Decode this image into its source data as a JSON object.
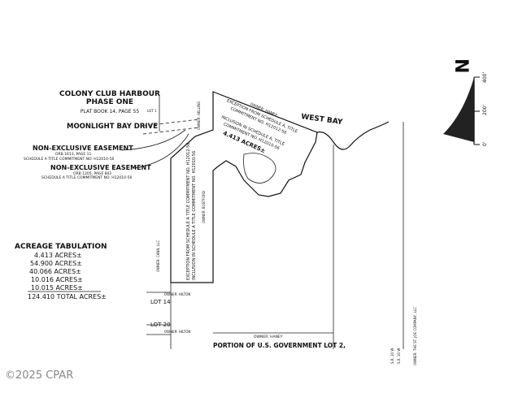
{
  "map": {
    "title": "COLONY CLUB HARBOUR",
    "subtitle": "PHASE ONE",
    "plat_ref": "PLAT BOOK 14, PAGE 55",
    "lot_ref": "LOT 1",
    "street": "MOONLIGHT BAY DRIVE",
    "water": "WEST BAY",
    "easement1": {
      "title": "NON-EXCLUSIVE EASEMENT",
      "line1": "ORB 1613, PAGE 11",
      "line2": "SCHEDULE A TITLE COMMITMENT NO. H12010-56"
    },
    "easement2": {
      "title": "NON-EXCLUSIVE EASEMENT",
      "line1": "ORB 1205, PAGE 802",
      "line2": "SCHEDULE A TITLE COMMITMENT NO. H12010-56"
    },
    "exception_top": [
      "EXCEPTION FROM SCHEDULE A, TITLE",
      "COMMITMENT NO. H12012-56"
    ],
    "inclusion": [
      "INCLUSION IN SCHEDULE A, TITLE",
      "COMMITMENT NO. H12010-56"
    ],
    "parcel_area": "4.413 ACRES±",
    "parcel_owner": "OWNER: HANEY",
    "exception_side": "EXCEPTION FROM SCHEDULE A TITLE COMMITMENT NO. H12012-56",
    "inclusion_side": "INCLUSION IN SCHEDULE A TITLE COMMITMENT NO. H12010-56",
    "owner_bostford": "OWNER: BOSTFORD",
    "owner_helling": "OWNER: HELLING",
    "owner_cann": "OWNER: CANN, LLC",
    "owner_hilton_1": "OWNER: HILTON",
    "owner_hilton_2": "OWNER: HILTON",
    "lot14": "LOT 14",
    "lot20": "LOT 20",
    "owner_haney_bottom": "OWNER: HANEY",
    "gov_lot": "PORTION OF U.S. GOVERNMENT LOT 2,",
    "sr_1": "S.R. 10 W",
    "sr_2": "S.R. 10 W",
    "owner_stjoe": "OWNER: THE ST. JOE COMPANY, LLC",
    "watermark": "©2025 CPAR"
  },
  "acreage": {
    "title": "ACREAGE TABULATION",
    "rows": [
      "4.413 ACRES±",
      "54.900 ACRES±",
      "40.066 ACRES±",
      "10.016 ACRES±",
      "10.015 ACRES±"
    ],
    "total": "124.410 TOTAL ACRES±"
  },
  "north": {
    "arrow_label": "N",
    "scale_ticks": [
      "400'",
      "200'",
      "0'"
    ]
  }
}
